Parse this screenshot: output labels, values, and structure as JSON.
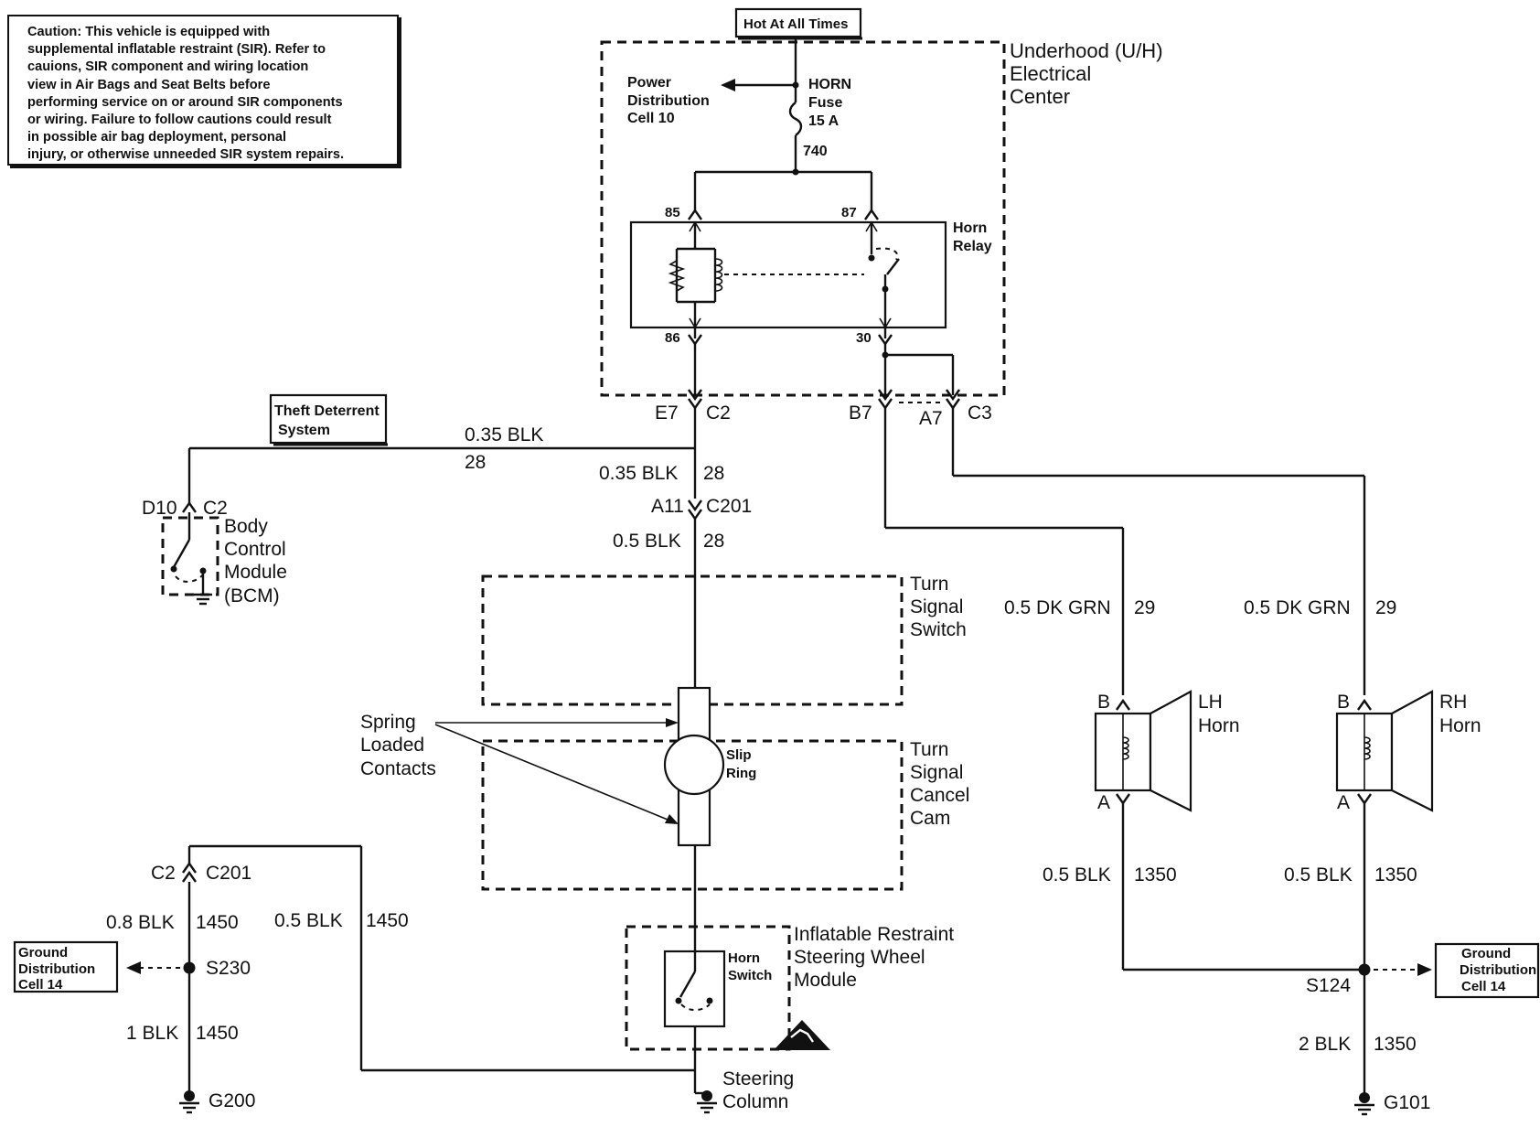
{
  "caution": {
    "lines": [
      "Caution: This vehicle is equipped with",
      "supplemental inflatable restraint (SIR). Refer to",
      "cauions, SIR component and wiring location",
      "view in Air Bags and Seat Belts before",
      "performing service on or around SIR components",
      "or wiring. Failure to follow cautions could result",
      "in possible air bag deployment, personal",
      "injury, or otherwise unneeded SIR system repairs."
    ]
  },
  "hot_at_all_times": "Hot At All Times",
  "uh_center": {
    "line1": "Underhood (U/H)",
    "line2": "Electrical",
    "line3": "Center"
  },
  "power_dist": {
    "line1": "Power",
    "line2": "Distribution",
    "line3": "Cell 10"
  },
  "fuse": {
    "name": "HORN",
    "type": "Fuse",
    "rating": "15 A",
    "circuit": "740"
  },
  "relay": {
    "label1": "Horn",
    "label2": "Relay",
    "pin85": "85",
    "pin87": "87",
    "pin86": "86",
    "pin30": "30"
  },
  "connectors": {
    "e7": "E7",
    "c2_top": "C2",
    "b7": "B7",
    "a7": "A7",
    "c3": "C3",
    "d10": "D10",
    "c2_bcm": "C2",
    "a11": "A11",
    "c201": "C201",
    "c2_bottom": "C2",
    "c201_bottom": "C201"
  },
  "theft": {
    "line1": "Theft Deterrent",
    "line2": "System"
  },
  "wires": {
    "theft_gauge": "0.35 BLK",
    "theft_circuit": "28",
    "upper_gauge": "0.35 BLK",
    "upper_circuit": "28",
    "lower_gauge": "0.5 BLK",
    "lower_circuit": "28",
    "lh_feed_gauge": "0.5 DK GRN",
    "lh_feed_circuit": "29",
    "rh_feed_gauge": "0.5 DK GRN",
    "rh_feed_circuit": "29",
    "lh_gnd_gauge": "0.5 BLK",
    "lh_gnd_circuit": "1350",
    "rh_gnd_gauge": "0.5 BLK",
    "rh_gnd_circuit": "1350",
    "s124_gnd_gauge": "2 BLK",
    "s124_gnd_circuit": "1350",
    "left_08_gauge": "0.8 BLK",
    "left_08_circuit": "1450",
    "left_05_gauge": "0.5 BLK",
    "left_05_circuit": "1450",
    "left_1_gauge": "1 BLK",
    "left_1_circuit": "1450"
  },
  "bcm": {
    "line1": "Body",
    "line2": "Control",
    "line3": "Module",
    "line4": "(BCM)"
  },
  "turn_switch": {
    "line1": "Turn",
    "line2": "Signal",
    "line3": "Switch"
  },
  "cancel_cam": {
    "line1": "Turn",
    "line2": "Signal",
    "line3": "Cancel",
    "line4": "Cam"
  },
  "spring_contacts": {
    "line1": "Spring",
    "line2": "Loaded",
    "line3": "Contacts"
  },
  "slip_ring": {
    "line1": "Slip",
    "line2": "Ring"
  },
  "irsw": {
    "line1": "Inflatable Restraint",
    "line2": "Steering Wheel",
    "line3": "Module"
  },
  "horn_switch": {
    "line1": "Horn",
    "line2": "Switch"
  },
  "steering_column": {
    "line1": "Steering",
    "line2": "Column"
  },
  "lh_horn": {
    "line1": "LH",
    "line2": "Horn",
    "pin_b": "B",
    "pin_a": "A"
  },
  "rh_horn": {
    "line1": "RH",
    "line2": "Horn",
    "pin_b": "B",
    "pin_a": "A"
  },
  "splices": {
    "s230": "S230",
    "s124": "S124"
  },
  "grounds": {
    "g200": "G200",
    "g101": "G101"
  },
  "ground_dist_left": {
    "line1": "Ground",
    "line2": "Distribution",
    "line3": "Cell 14"
  },
  "ground_dist_right": {
    "line1": "Ground",
    "line2": "Distribution",
    "line3": "Cell 14"
  },
  "colors": {
    "ink": "#111111",
    "paper": "#ffffff"
  }
}
